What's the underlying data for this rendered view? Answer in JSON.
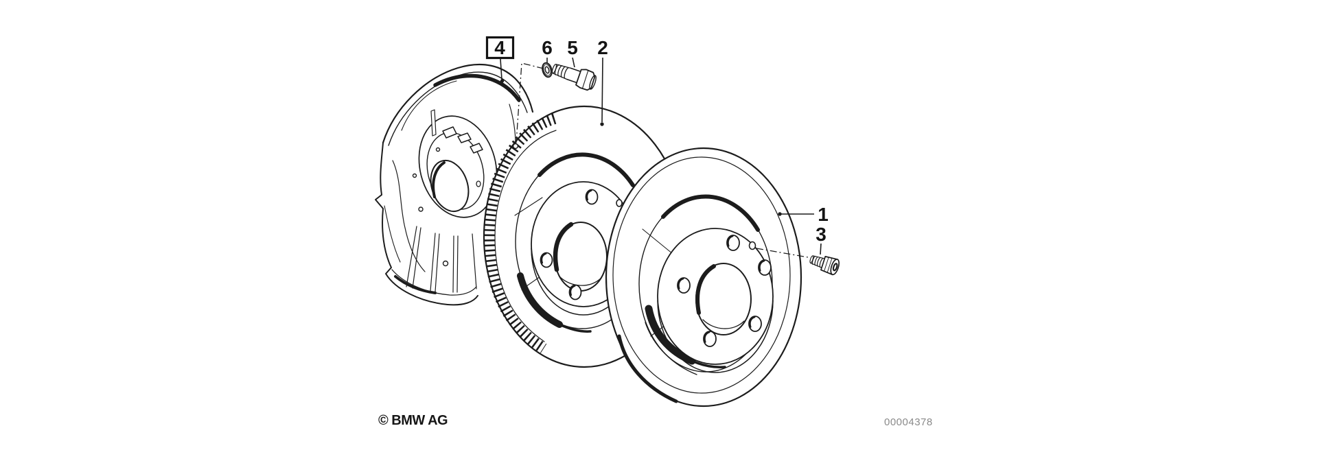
{
  "canvas": {
    "background": "#ffffff",
    "line_color": "#1c1c1c"
  },
  "callouts": {
    "c1": {
      "label": "1"
    },
    "c2": {
      "label": "2"
    },
    "c3": {
      "label": "3"
    },
    "c4": {
      "label": "4",
      "boxed": true
    },
    "c5": {
      "label": "5"
    },
    "c6": {
      "label": "6"
    }
  },
  "footer": {
    "copyright": "© BMW AG",
    "drawing_number": "00004378",
    "drawing_number_color": "#8a8a8a"
  }
}
